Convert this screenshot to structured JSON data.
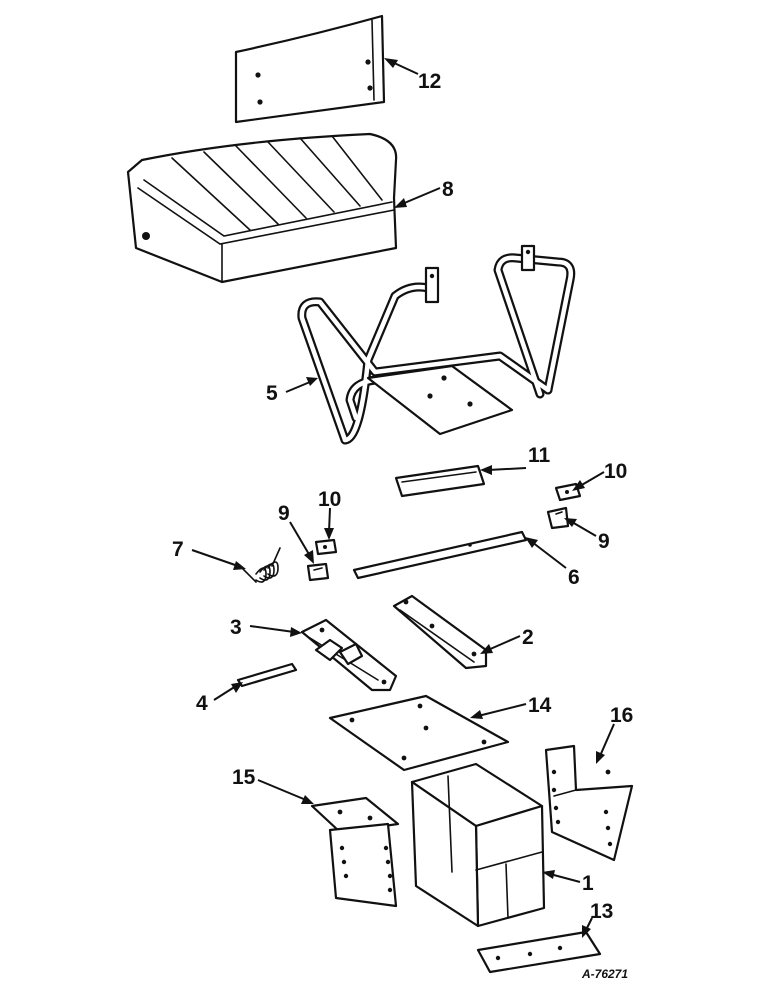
{
  "callouts": {
    "c1": "1",
    "c2": "2",
    "c3": "3",
    "c4": "4",
    "c5": "5",
    "c6": "6",
    "c7": "7",
    "c8": "8",
    "c9a": "9",
    "c9b": "9",
    "c10a": "10",
    "c10b": "10",
    "c11": "11",
    "c12": "12",
    "c13": "13",
    "c14": "14",
    "c15": "15",
    "c16": "16"
  },
  "reference": "A-76271",
  "colors": {
    "ink": "#111111",
    "paper": "#ffffff"
  }
}
